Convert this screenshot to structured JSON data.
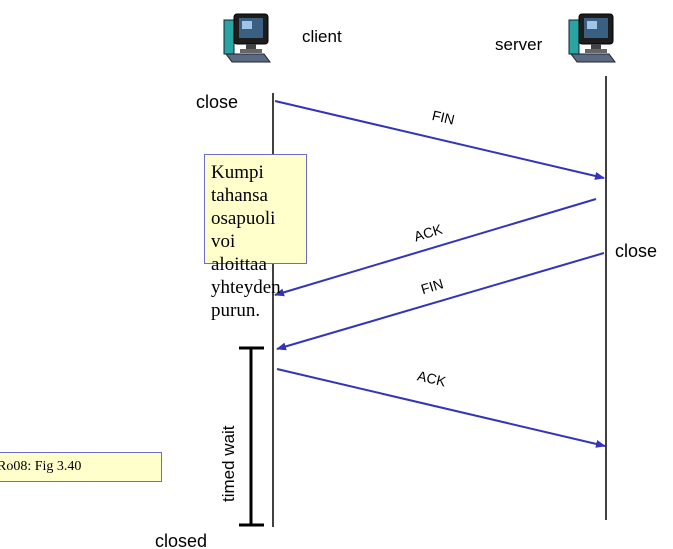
{
  "hosts": {
    "client_label": "client",
    "server_label": "server"
  },
  "events": {
    "client_close": "close",
    "server_close": "close",
    "client_closed": "closed",
    "timed_wait": "timed wait"
  },
  "messages": [
    {
      "label": "FIN",
      "from": "client",
      "to": "server"
    },
    {
      "label": "ACK",
      "from": "server",
      "to": "client"
    },
    {
      "label": "FIN",
      "from": "server",
      "to": "client"
    },
    {
      "label": "ACK",
      "from": "client",
      "to": "server"
    }
  ],
  "note": {
    "lines": [
      "Kumpi tahansa",
      "osapuoli voi",
      "aloittaa yhteyden",
      "purun."
    ]
  },
  "reference": "Ro08: Fig 3.40",
  "colors": {
    "arrow": "#3333bb",
    "note_bg": "#ffffcc",
    "note_border": "#6b6fc4"
  },
  "icons": {
    "client": "computer-icon",
    "server": "computer-icon"
  }
}
